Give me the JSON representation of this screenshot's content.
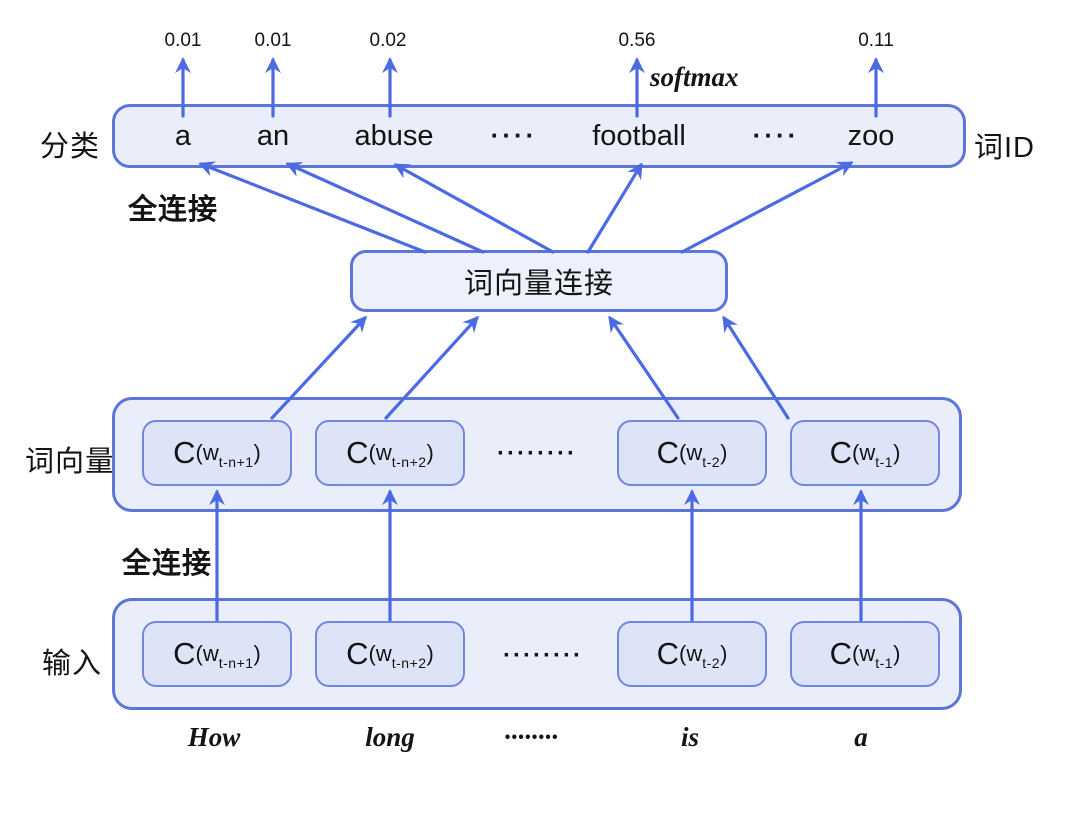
{
  "colors": {
    "arrow": "#4c6ae2",
    "box_border": "#5b76d8",
    "outer_fill": "#eaeefb",
    "inner_fill": "#dee4f8",
    "inner_border": "#7287df"
  },
  "top": {
    "left_label": "分类",
    "right_label": "词ID",
    "softmax_label": "softmax",
    "items": [
      {
        "word": "a",
        "prob": "0.01"
      },
      {
        "word": "an",
        "prob": "0.01"
      },
      {
        "word": "abuse",
        "prob": "0.02"
      },
      {
        "word": "····",
        "prob": ""
      },
      {
        "word": "football",
        "prob": "0.56"
      },
      {
        "word": "····",
        "prob": ""
      },
      {
        "word": "zoo",
        "prob": "0.11"
      }
    ]
  },
  "fc_top_label": "全连接",
  "concat_box_label": "词向量连接",
  "chips": [
    {
      "pre": "C",
      "open": "(w",
      "sub": "t-n+1",
      "close": ")"
    },
    {
      "pre": "C",
      "open": "(w",
      "sub": "t-n+2",
      "close": ")"
    },
    {
      "pre": "C",
      "open": "(w",
      "sub": "t-2",
      "close": ")"
    },
    {
      "pre": "C",
      "open": "(w",
      "sub": "t-1",
      "close": ")"
    }
  ],
  "vector_row": {
    "label": "词向量",
    "dots": "········"
  },
  "fc_bottom_label": "全连接",
  "input_row": {
    "label": "输入",
    "dots": "········"
  },
  "bottom_words": [
    "How",
    "long",
    "········",
    "is",
    "a"
  ]
}
